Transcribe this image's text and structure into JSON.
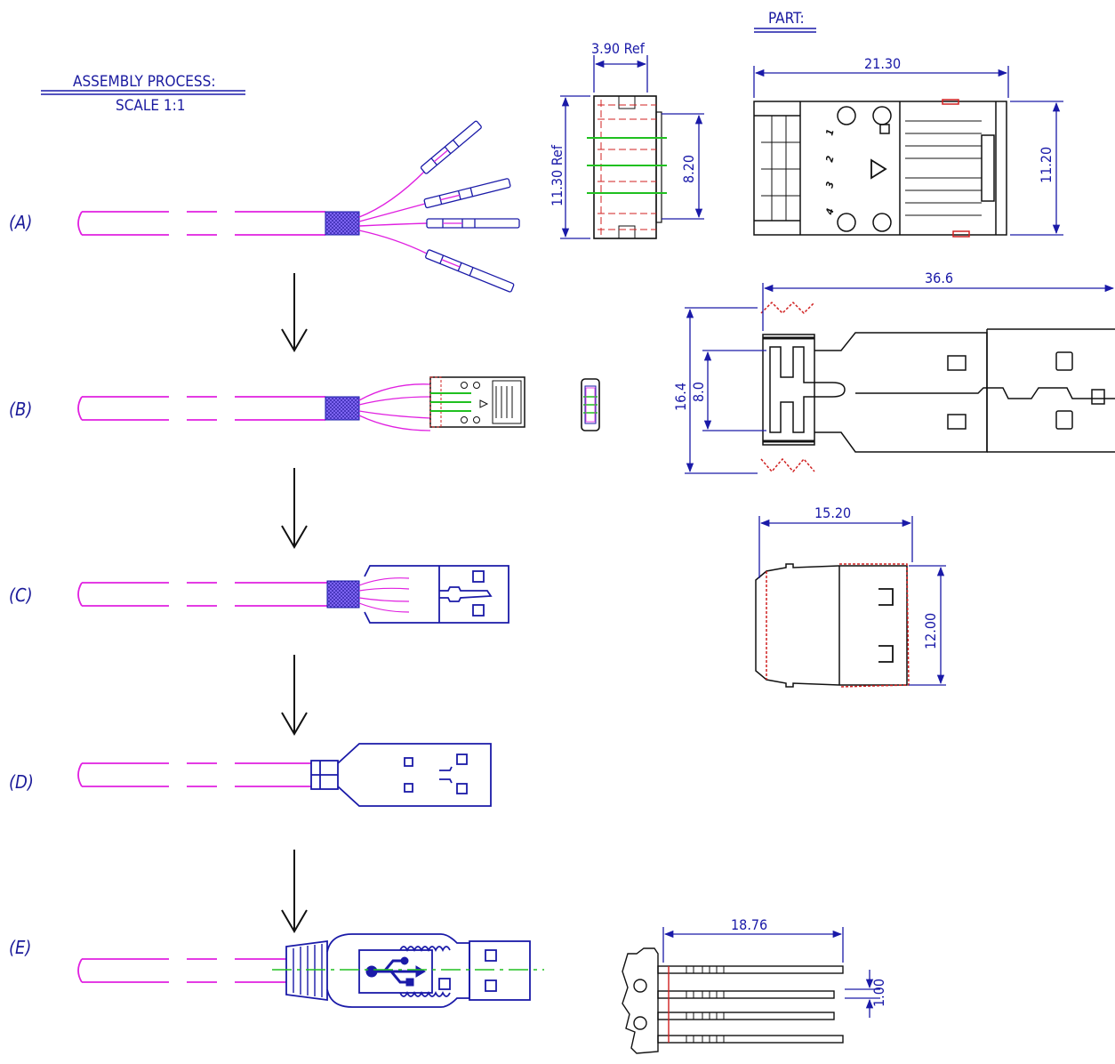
{
  "headings": {
    "assembly": "ASSEMBLY PROCESS:",
    "scale": "SCALE 1:1",
    "part": "PART:"
  },
  "steps": [
    "(A)",
    "(B)",
    "(C)",
    "(D)",
    "(E)"
  ],
  "dimensions": {
    "insert_width": "3.90 Ref",
    "insert_height": "11.30 Ref",
    "insert_pitch": "8.20",
    "connector_length": "21.30",
    "connector_height": "11.20",
    "shell_length": "36.6",
    "shell_outer_height": "16.4",
    "shell_inner_height": "8.0",
    "clip_length": "15.20",
    "clip_height": "12.00",
    "terminal_length": "18.76",
    "terminal_pitch": "1.00"
  },
  "pin_numbers": [
    "1",
    "2",
    "3",
    "4"
  ],
  "colors": {
    "cable": "#e020e0",
    "outline": "#1a1aa8",
    "hidden_line": "#d02020",
    "centerline": "#20c020"
  }
}
